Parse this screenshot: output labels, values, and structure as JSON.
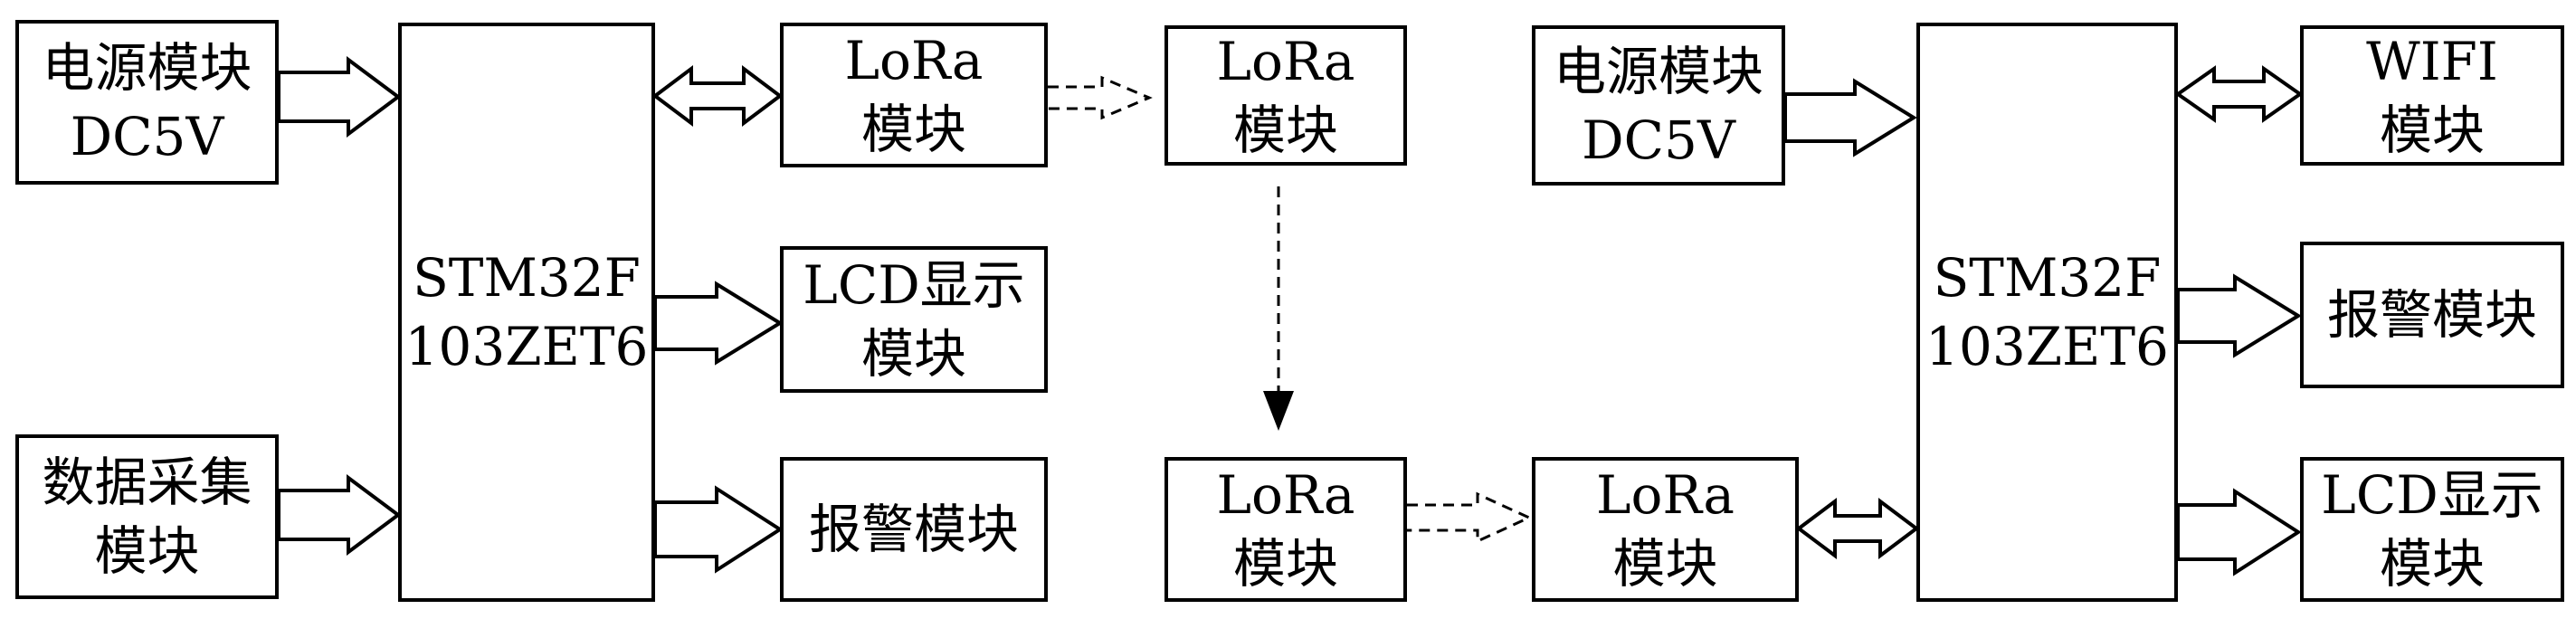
{
  "diagram": {
    "left": {
      "power": {
        "line1": "电源模块",
        "line2": "DC5V"
      },
      "data_acq": {
        "line1": "数据采集",
        "line2": "模块"
      },
      "mcu": {
        "line1": "STM32F",
        "line2": "103ZET6"
      },
      "lora": {
        "line1": "LoRa",
        "line2": "模块"
      },
      "lcd": {
        "line1": "LCD显示",
        "line2": "模块"
      },
      "alarm": {
        "line1": "报警模块"
      }
    },
    "relay": {
      "top_lora": {
        "line1": "LoRa",
        "line2": "模块"
      },
      "bottom_lora": {
        "line1": "LoRa",
        "line2": "模块"
      }
    },
    "right": {
      "power": {
        "line1": "电源模块",
        "line2": "DC5V"
      },
      "lora": {
        "line1": "LoRa",
        "line2": "模块"
      },
      "mcu": {
        "line1": "STM32F",
        "line2": "103ZET6"
      },
      "wifi": {
        "line1": "WIFI",
        "line2": "模块"
      },
      "alarm": {
        "line1": "报警模块"
      },
      "lcd": {
        "line1": "LCD显示",
        "line2": "模块"
      }
    }
  }
}
